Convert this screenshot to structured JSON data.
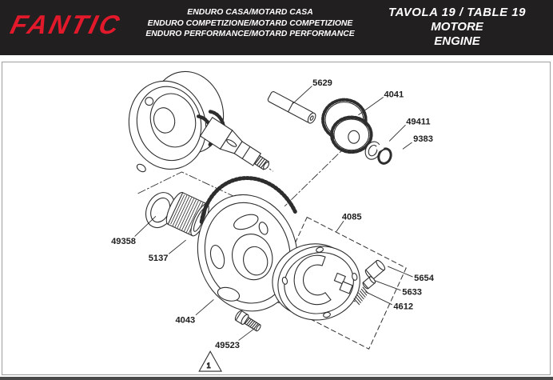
{
  "header": {
    "logo_text": "FANTIC",
    "model_lines": [
      "ENDURO CASA/MOTARD CASA",
      "ENDURO COMPETIZIONE/MOTARD COMPETIZIONE",
      "ENDURO PERFORMANCE/MOTARD PERFORMANCE"
    ],
    "table_title": "TAVOLA 19  /  TABLE 19",
    "title_it": "MOTORE",
    "title_en": "ENGINE",
    "colors": {
      "bar_bg": "#221f20",
      "logo_red": "#e2192b",
      "text": "#ffffff"
    }
  },
  "diagram": {
    "line_color": "#2d2d2d",
    "page_marker": "1",
    "parts": {
      "p5629": "5629",
      "p4041": "4041",
      "p49411": "49411",
      "p9383": "9383",
      "p49358": "49358",
      "p5137": "5137",
      "p4043": "4043",
      "p49523": "49523",
      "p4085": "4085",
      "p5654": "5654",
      "p5633": "5633",
      "p4612": "4612"
    }
  }
}
